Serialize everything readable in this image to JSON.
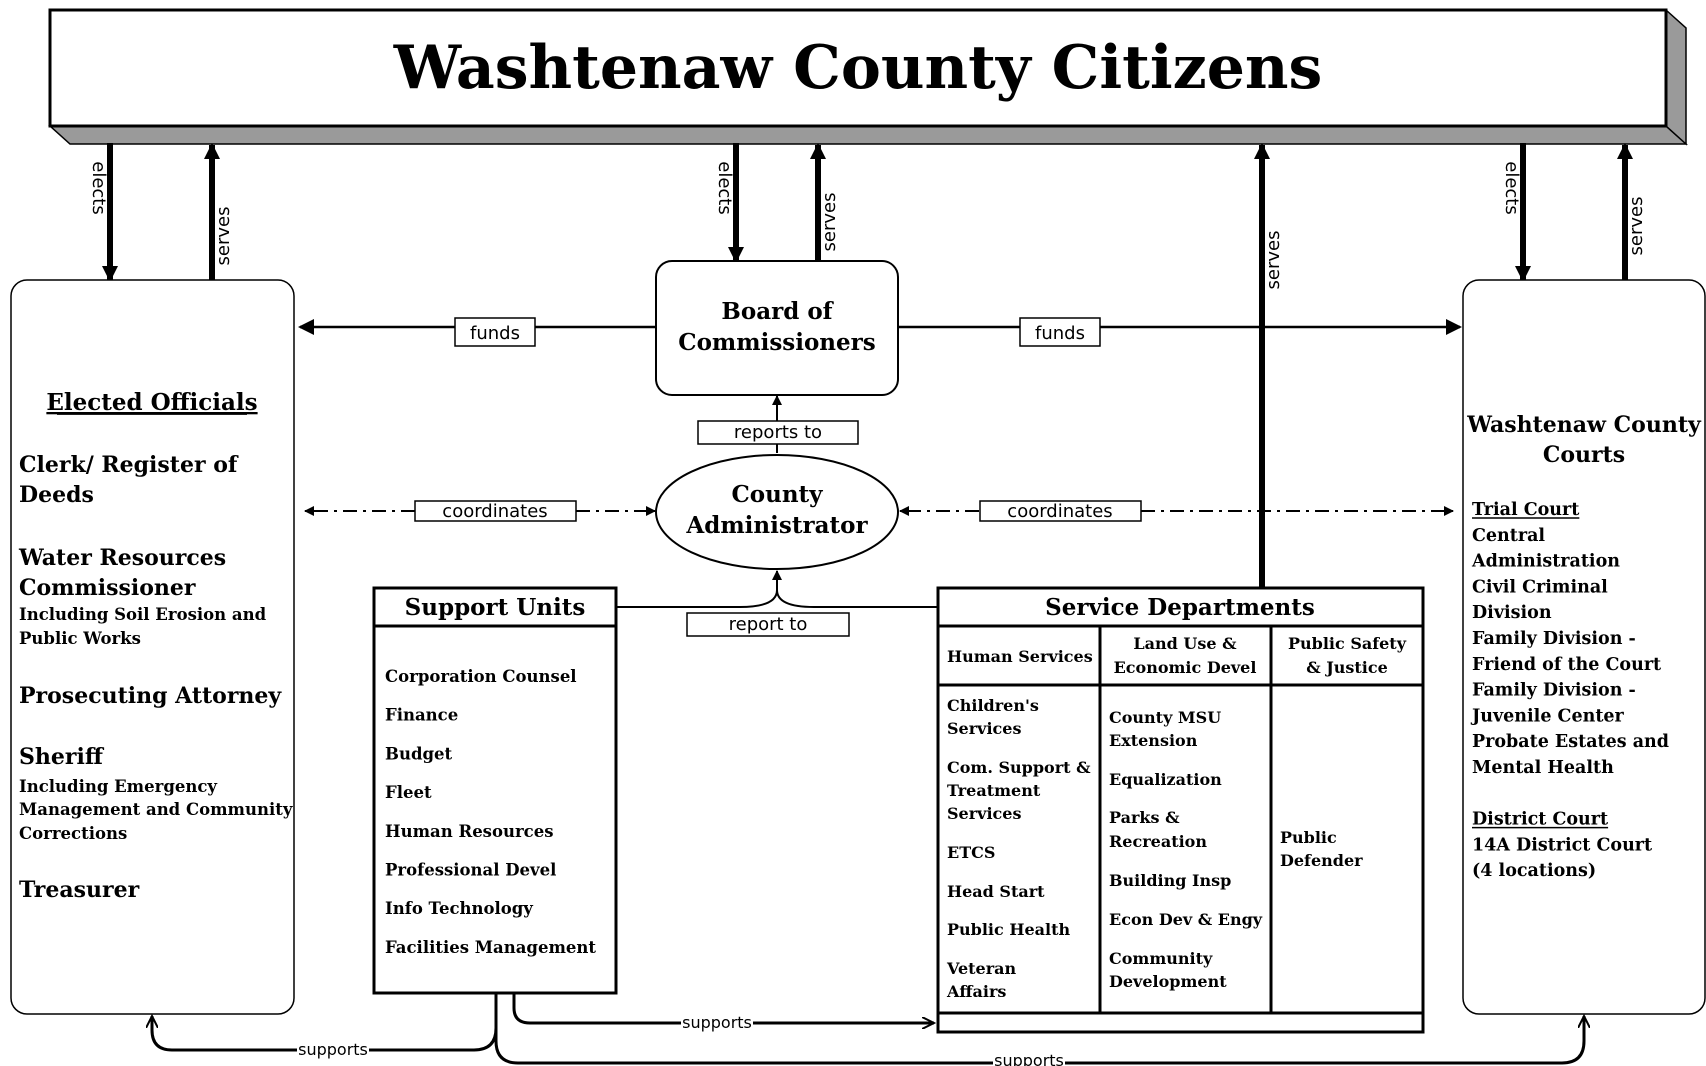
{
  "title": "Washtenaw County Citizens",
  "labels": {
    "elects": "elects",
    "serves": "serves",
    "funds": "funds",
    "coordinates": "coordinates",
    "reports_to": "reports to",
    "report_to": "report to",
    "supports": "supports"
  },
  "board": [
    "Board of",
    "Commissioners"
  ],
  "administrator": [
    "County",
    "Administrator"
  ],
  "elected": {
    "heading": "Elected Officials",
    "lines": [
      {
        "text": "Clerk/ Register of",
        "size": "big"
      },
      {
        "text": "  Deeds",
        "size": "big"
      },
      {
        "text": "Water Resources",
        "size": "big"
      },
      {
        "text": "Commissioner",
        "size": "big"
      },
      {
        "text": "Including Soil Erosion and",
        "size": "small"
      },
      {
        "text": "Public Works",
        "size": "small"
      },
      {
        "text": "Prosecuting Attorney",
        "size": "big"
      },
      {
        "text": "Sheriff",
        "size": "big"
      },
      {
        "text": "Including Emergency",
        "size": "small"
      },
      {
        "text": "Management and Community",
        "size": "small"
      },
      {
        "text": "Corrections",
        "size": "small"
      },
      {
        "text": "Treasurer",
        "size": "big"
      }
    ]
  },
  "support": {
    "heading": "Support Units",
    "items": [
      "Corporation Counsel",
      "Finance",
      "Budget",
      "Fleet",
      "Human Resources",
      "Professional Devel",
      "Info Technology",
      "Facilities Management"
    ]
  },
  "service": {
    "heading": "Service Departments",
    "columns": [
      {
        "header": [
          "Human Services"
        ],
        "items": [
          [
            "Children's",
            "  Services"
          ],
          [
            "Com. Support &",
            "Treatment",
            "  Services"
          ],
          [
            "ETCS"
          ],
          [
            "Head Start"
          ],
          [
            "Public Health"
          ],
          [
            "Veteran",
            "  Affairs"
          ]
        ]
      },
      {
        "header": [
          "Land Use &",
          "Economic Devel"
        ],
        "items": [
          [
            "County MSU",
            "  Extension"
          ],
          [
            "Equalization"
          ],
          [
            "Parks &",
            "  Recreation"
          ],
          [
            "Building Insp"
          ],
          [
            "Econ Dev & Engy"
          ],
          [
            "Community",
            "Development"
          ]
        ]
      },
      {
        "header": [
          "Public Safety",
          "& Justice"
        ],
        "items": [
          [
            "Public",
            "  Defender"
          ]
        ]
      }
    ]
  },
  "courts": {
    "heading": [
      "Washtenaw County",
      "Courts"
    ],
    "lines": [
      {
        "text": "Trial Court",
        "u": true
      },
      {
        "text": "Central",
        "u": false
      },
      {
        "text": "  Administration",
        "u": false
      },
      {
        "text": "Civil Criminal",
        "u": false
      },
      {
        "text": "  Division",
        "u": false
      },
      {
        "text": "Family Division -",
        "u": false
      },
      {
        "text": "  Friend of the Court",
        "u": false
      },
      {
        "text": "Family Division -",
        "u": false
      },
      {
        "text": "  Juvenile Center",
        "u": false
      },
      {
        "text": "Probate Estates and",
        "u": false
      },
      {
        "text": "  Mental Health",
        "u": false
      },
      {
        "text": "",
        "u": false
      },
      {
        "text": "District Court",
        "u": true
      },
      {
        "text": "14A District Court",
        "u": false
      },
      {
        "text": "(4 locations)",
        "u": false
      }
    ]
  }
}
